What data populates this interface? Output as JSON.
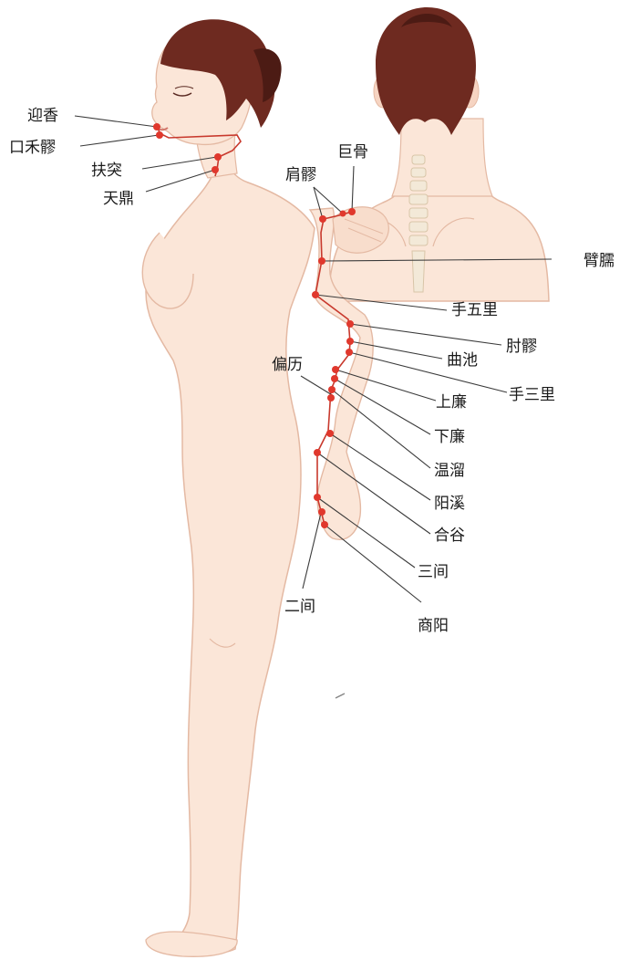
{
  "figure": {
    "points": {
      "yingxiang": "迎香",
      "kouheliao": "口禾髎",
      "futu": "扶突",
      "tianding": "天鼎",
      "jiangliao": "肩髎",
      "jugu": "巨骨",
      "binao": "臂臑",
      "shouwuli": "手五里",
      "zhouliao": "肘髎",
      "quchi": "曲池",
      "shousanli": "手三里",
      "pianli": "偏历",
      "shanglian": "上廉",
      "xialian": "下廉",
      "wenliu": "温溜",
      "yangxi": "阳溪",
      "hegu": "合谷",
      "sanjian": "三间",
      "erjian": "二间",
      "shangyang": "商阳"
    },
    "colors": {
      "skin": "#fbe6d8",
      "skin_outline": "#e4b9a3",
      "hair": "#6e2a20",
      "hair_dark": "#4c1b14",
      "spine": "#f3e9d8",
      "acupoint": "#e0382d",
      "meridian": "#c8392d",
      "leader": "#3a3a3a"
    }
  }
}
